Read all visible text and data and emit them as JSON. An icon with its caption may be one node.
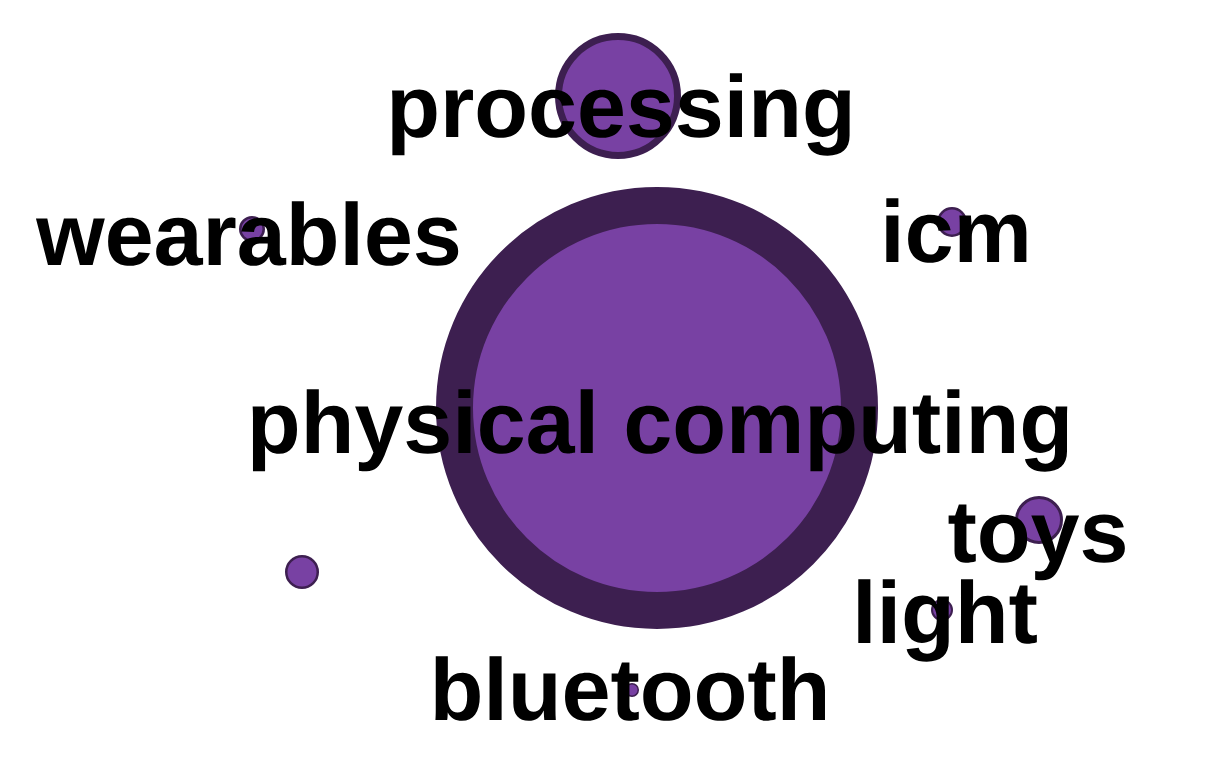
{
  "diagram": {
    "nodes": [
      {
        "text": [
          "processing"
        ]
      },
      {
        "text": [
          "wearables"
        ]
      },
      {
        "text": [
          "icm"
        ]
      },
      {
        "text": [
          "physical computing"
        ]
      },
      {
        "text": [
          "toys"
        ]
      },
      {
        "text": [],
        "shape": "circle"
      },
      {
        "text": [
          "light"
        ]
      },
      {
        "text": [
          "bluetooth"
        ]
      }
    ]
  }
}
